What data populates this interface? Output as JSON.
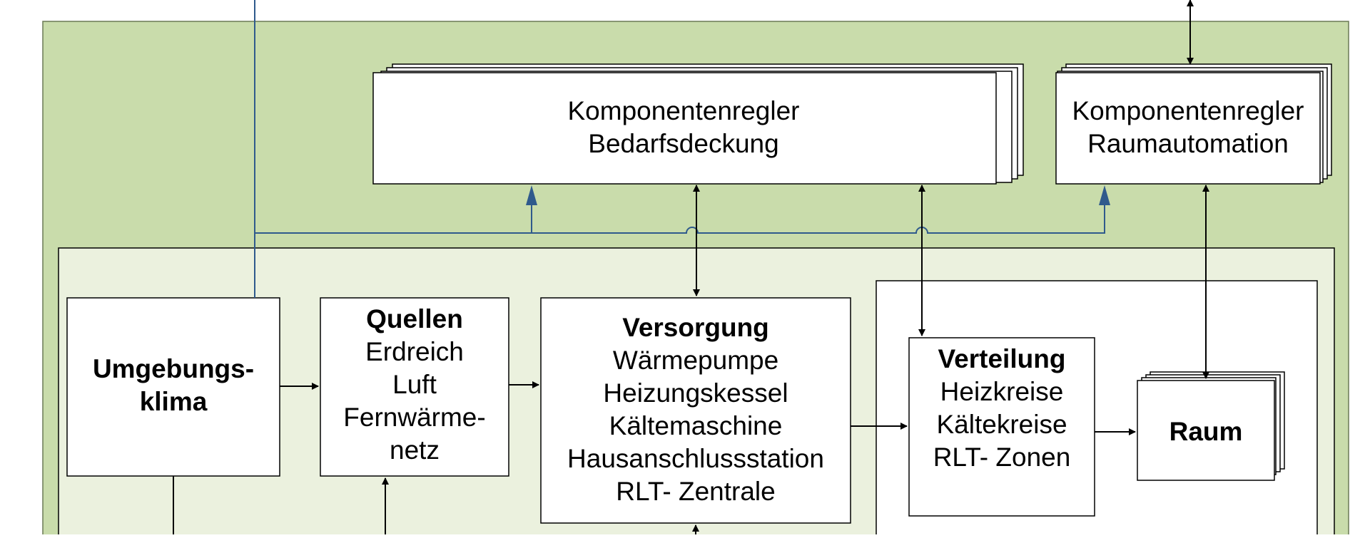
{
  "colors": {
    "outer_panel": "#c9dcab",
    "inner_panel": "#ebf1de",
    "box_fill": "#ffffff",
    "line_black": "#000000",
    "line_blue": "#2f5a8c"
  },
  "controllers": {
    "demand": {
      "line1": "Komponentenregler",
      "line2": "Bedarfsdeckung"
    },
    "room": {
      "line1": "Komponentenregler",
      "line2": "Raumautomation"
    }
  },
  "blocks": {
    "climate": {
      "title_line1": "Umgebungs-",
      "title_line2": "klima"
    },
    "sources": {
      "title": "Quellen",
      "items": [
        "Erdreich",
        "Luft",
        "Fernwärme-",
        "netz"
      ]
    },
    "supply": {
      "title": "Versorgung",
      "items": [
        "Wärmepumpe",
        "Heizungskessel",
        "Kältemaschine",
        "Hausanschlussstation",
        "RLT- Zentrale"
      ]
    },
    "distribution": {
      "title": "Verteilung",
      "items": [
        "Heizkreise",
        "Kältekreise",
        "RLT- Zonen"
      ]
    },
    "room": {
      "title": "Raum"
    }
  }
}
